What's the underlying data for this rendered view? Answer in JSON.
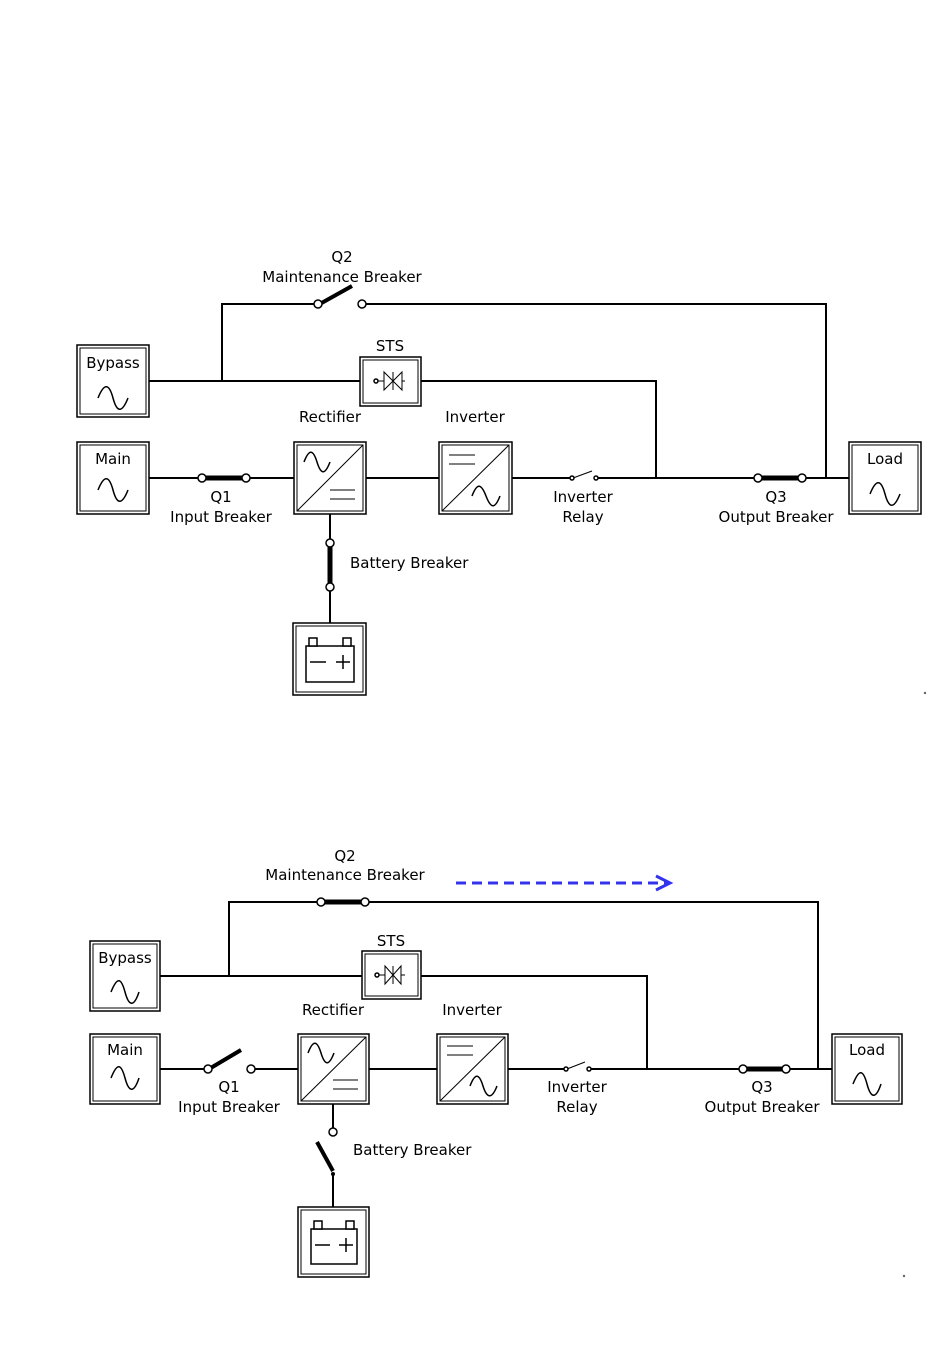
{
  "diagrams": [
    {
      "q2_line1": "Q2",
      "q2_line2": "Maintenance Breaker",
      "sts": "STS",
      "bypass": "Bypass",
      "main": "Main",
      "load": "Load",
      "rectifier": "Rectifier",
      "inverter": "Inverter",
      "q1_line1": "Q1",
      "q1_line2": "Input Breaker",
      "relay_line1": "Inverter",
      "relay_line2": "Relay",
      "q3_line1": "Q3",
      "q3_line2": "Output Breaker",
      "battery_breaker": "Battery Breaker",
      "breaker_states": {
        "q1": "closed",
        "q2": "open",
        "q3": "closed",
        "battery": "closed",
        "inverter_relay": "open"
      }
    },
    {
      "q2_line1": "Q2",
      "q2_line2": "Maintenance Breaker",
      "sts": "STS",
      "bypass": "Bypass",
      "main": "Main",
      "load": "Load",
      "rectifier": "Rectifier",
      "inverter": "Inverter",
      "q1_line1": "Q1",
      "q1_line2": "Input Breaker",
      "relay_line1": "Inverter",
      "relay_line2": "Relay",
      "q3_line1": "Q3",
      "q3_line2": "Output Breaker",
      "battery_breaker": "Battery Breaker",
      "breaker_states": {
        "q1": "open",
        "q2": "closed",
        "q3": "closed",
        "battery": "open",
        "inverter_relay": "open"
      },
      "power_flow_arrow": {
        "color": "#3333ee",
        "direction": "right"
      }
    }
  ],
  "colors": {
    "line": "#000000",
    "arrow": "#3333ee"
  }
}
